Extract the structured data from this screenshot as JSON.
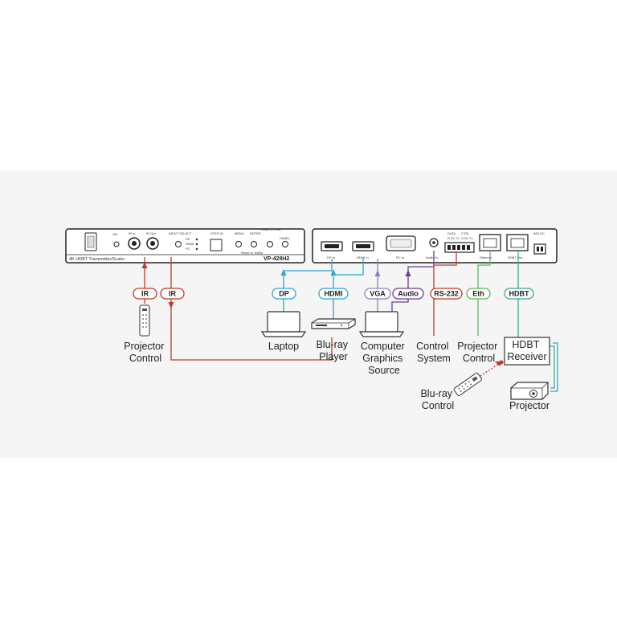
{
  "front_panel": {
    "model": "VP-428H2",
    "subtitle": "4K HDBT Transmitter/Scaler",
    "on": "ON",
    "ir_in": "IR In",
    "ir_out": "IR Out",
    "input_select": "INPUT SELECT",
    "inputs": [
      "DP",
      "HDMI",
      "PC"
    ],
    "step_in": "STEP IN",
    "menu": "MENU",
    "enter": "ENTER",
    "reset_vga": "Reset to VGA",
    "reset_1080p": "Reset to 1080p",
    "panel": "PANEL"
  },
  "rear_panel": {
    "dp_in": "DP In",
    "hdmi_in": "HDMI In",
    "pc_in": "PC In",
    "audio_in": "Audio In",
    "data": "DATA",
    "ctrl": "CTRL",
    "g_rx_tx": "G Rx Tx",
    "ethernet": "Ethernet",
    "hdbt_out": "HDBT Out",
    "power": "48V DC"
  },
  "badges": {
    "ir_1": "IR",
    "ir_2": "IR",
    "dp": "DP",
    "hdmi": "HDMI",
    "vga": "VGA",
    "audio": "Audio",
    "rs232": "RS-232",
    "eth": "Eth",
    "hdbt": "HDBT"
  },
  "devices": {
    "projector_control": [
      "Projector",
      "Control"
    ],
    "laptop": [
      "Laptop"
    ],
    "bluray_player": [
      "Blu-ray",
      "Player"
    ],
    "computer_source": [
      "Computer",
      "Graphics",
      "Source"
    ],
    "control_system": [
      "Control",
      "System"
    ],
    "projector_control_2": [
      "Projector",
      "Control"
    ],
    "hdbt_receiver": [
      "HDBT",
      "Receiver"
    ],
    "bluray_control": [
      "Blu-ray",
      "Control"
    ],
    "projector": [
      "Projector"
    ]
  },
  "colors": {
    "ir": "#c0392b",
    "dp": "#2aa6d5",
    "hdmi": "#2aa6d5",
    "vga": "#8f7cc4",
    "audio": "#6a3d8f",
    "rs232": "#c0392b",
    "eth": "#5cb85c",
    "hdbt": "#3aa88f",
    "panel": "#222222"
  }
}
